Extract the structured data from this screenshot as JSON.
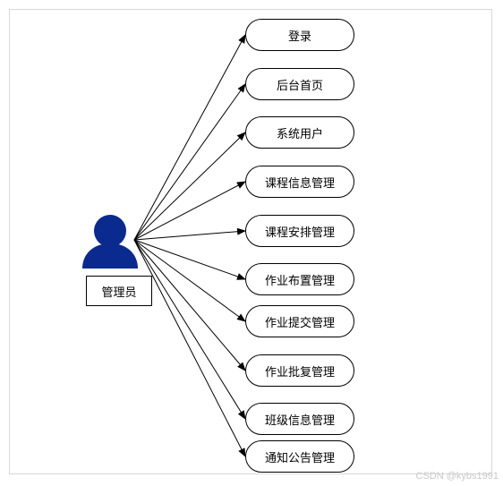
{
  "actor": {
    "label": "管理员",
    "icon": "user-person-icon",
    "color": "#0b2a8f"
  },
  "use_cases": [
    {
      "label": "登录"
    },
    {
      "label": "后台首页"
    },
    {
      "label": "系统用户"
    },
    {
      "label": "课程信息管理"
    },
    {
      "label": "课程安排管理"
    },
    {
      "label": "作业布置管理"
    },
    {
      "label": "作业提交管理"
    },
    {
      "label": "作业批复管理"
    },
    {
      "label": "班级信息管理"
    },
    {
      "label": "通知公告管理"
    }
  ],
  "watermark": "CSDN @kybs1991"
}
